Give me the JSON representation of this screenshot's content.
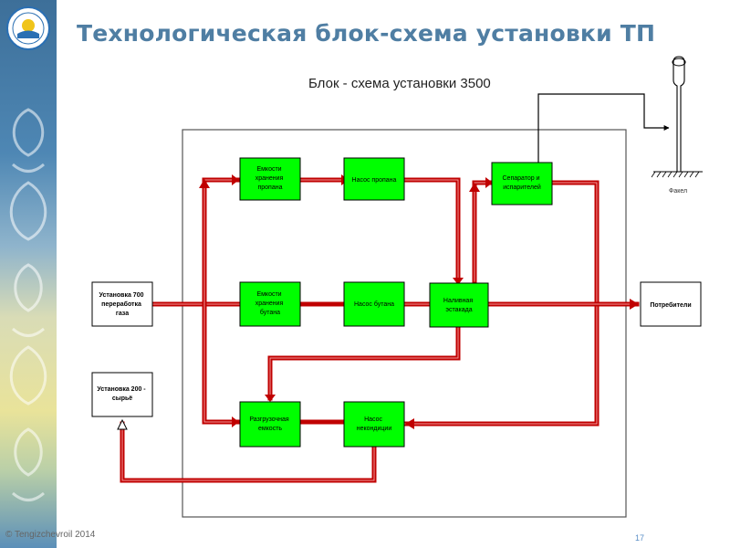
{
  "slide": {
    "title": "Технологическая блок-схема установки ТП",
    "footer_copyright": "© Tengizchevroil 2014",
    "page_number": "17"
  },
  "diagram": {
    "subtitle": "Блок - схема установки 3500",
    "flare_label": "Факел",
    "nodes": {
      "propane_storage": [
        "Емкости",
        "хранения",
        "пропана"
      ],
      "propane_pump": [
        "Насос пропана"
      ],
      "separator": [
        "Сепаратор и",
        "испарителей"
      ],
      "unit700": [
        "Установка 700",
        "переработка",
        "газа"
      ],
      "butane_storage": [
        "Емкости",
        "хранения",
        "бутана"
      ],
      "butane_pump": [
        "Насос бутана"
      ],
      "loading_rack": [
        "Наливная",
        "эстакада"
      ],
      "consumers": [
        "Потребители"
      ],
      "unit200": [
        "Установка 200 -",
        "сырьё"
      ],
      "unloading_tank": [
        "Разгрузочная",
        "емкость"
      ],
      "offspec_pump": [
        "Насос",
        "некондиции"
      ]
    }
  },
  "colors": {
    "title": "#4f7ea3",
    "process_block": "#00ff00",
    "flow_line": "#c00000",
    "strip_blue": "#3d6f99",
    "strip_yellow": "#e9e39a"
  }
}
